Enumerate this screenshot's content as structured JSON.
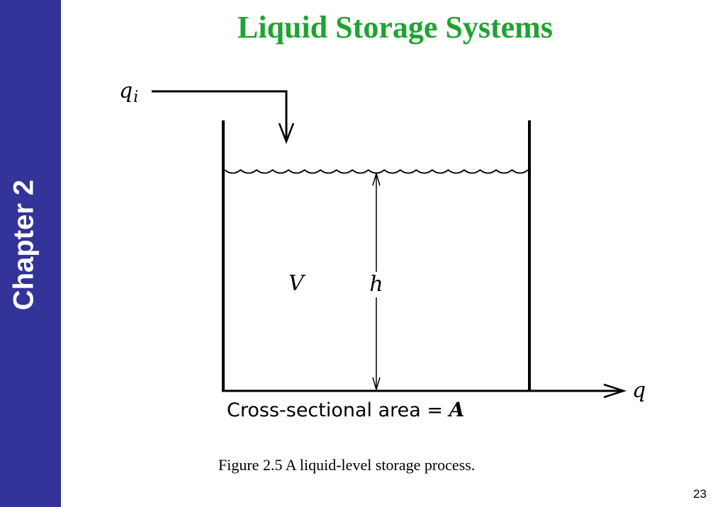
{
  "sidebar": {
    "label": "Chapter 2",
    "color": "#333399"
  },
  "title": "Liquid Storage Systems",
  "title_color": "#1fa330",
  "diagram": {
    "inflow_label_main": "q",
    "inflow_label_sub": "i",
    "outflow_label": "q",
    "volume_label": "V",
    "height_label": "h",
    "area_label_text": "Cross-sectional area = ",
    "area_label_symbol": "A"
  },
  "caption": "Figure 2.5 A liquid-level storage process.",
  "page_number": "23"
}
